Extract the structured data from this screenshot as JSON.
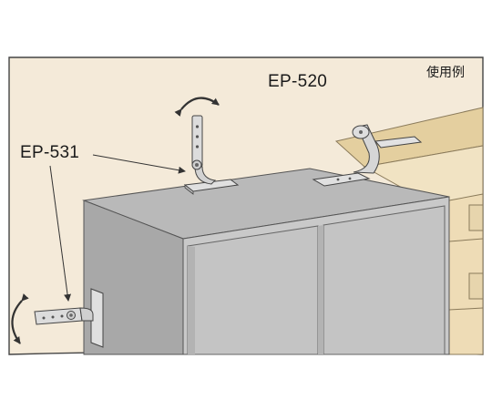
{
  "labels": {
    "model_top": "EP-520",
    "model_side": "EP-531",
    "usage_example": "使用例"
  },
  "colors": {
    "wall": "#f4ead9",
    "wall_border": "#444444",
    "cabinet_front": "#c9c9c9",
    "cabinet_side": "#a8a8a8",
    "cabinet_top": "#b9b9b9",
    "door": "#c4c4c4",
    "shelf_front": "#eedcb6",
    "shelf_top": "#e4cf9f",
    "bracket": "#d8d8d8",
    "line": "#333333"
  },
  "icons": [
    "rotate-arrow-icon",
    "rotate-arrow-icon"
  ]
}
